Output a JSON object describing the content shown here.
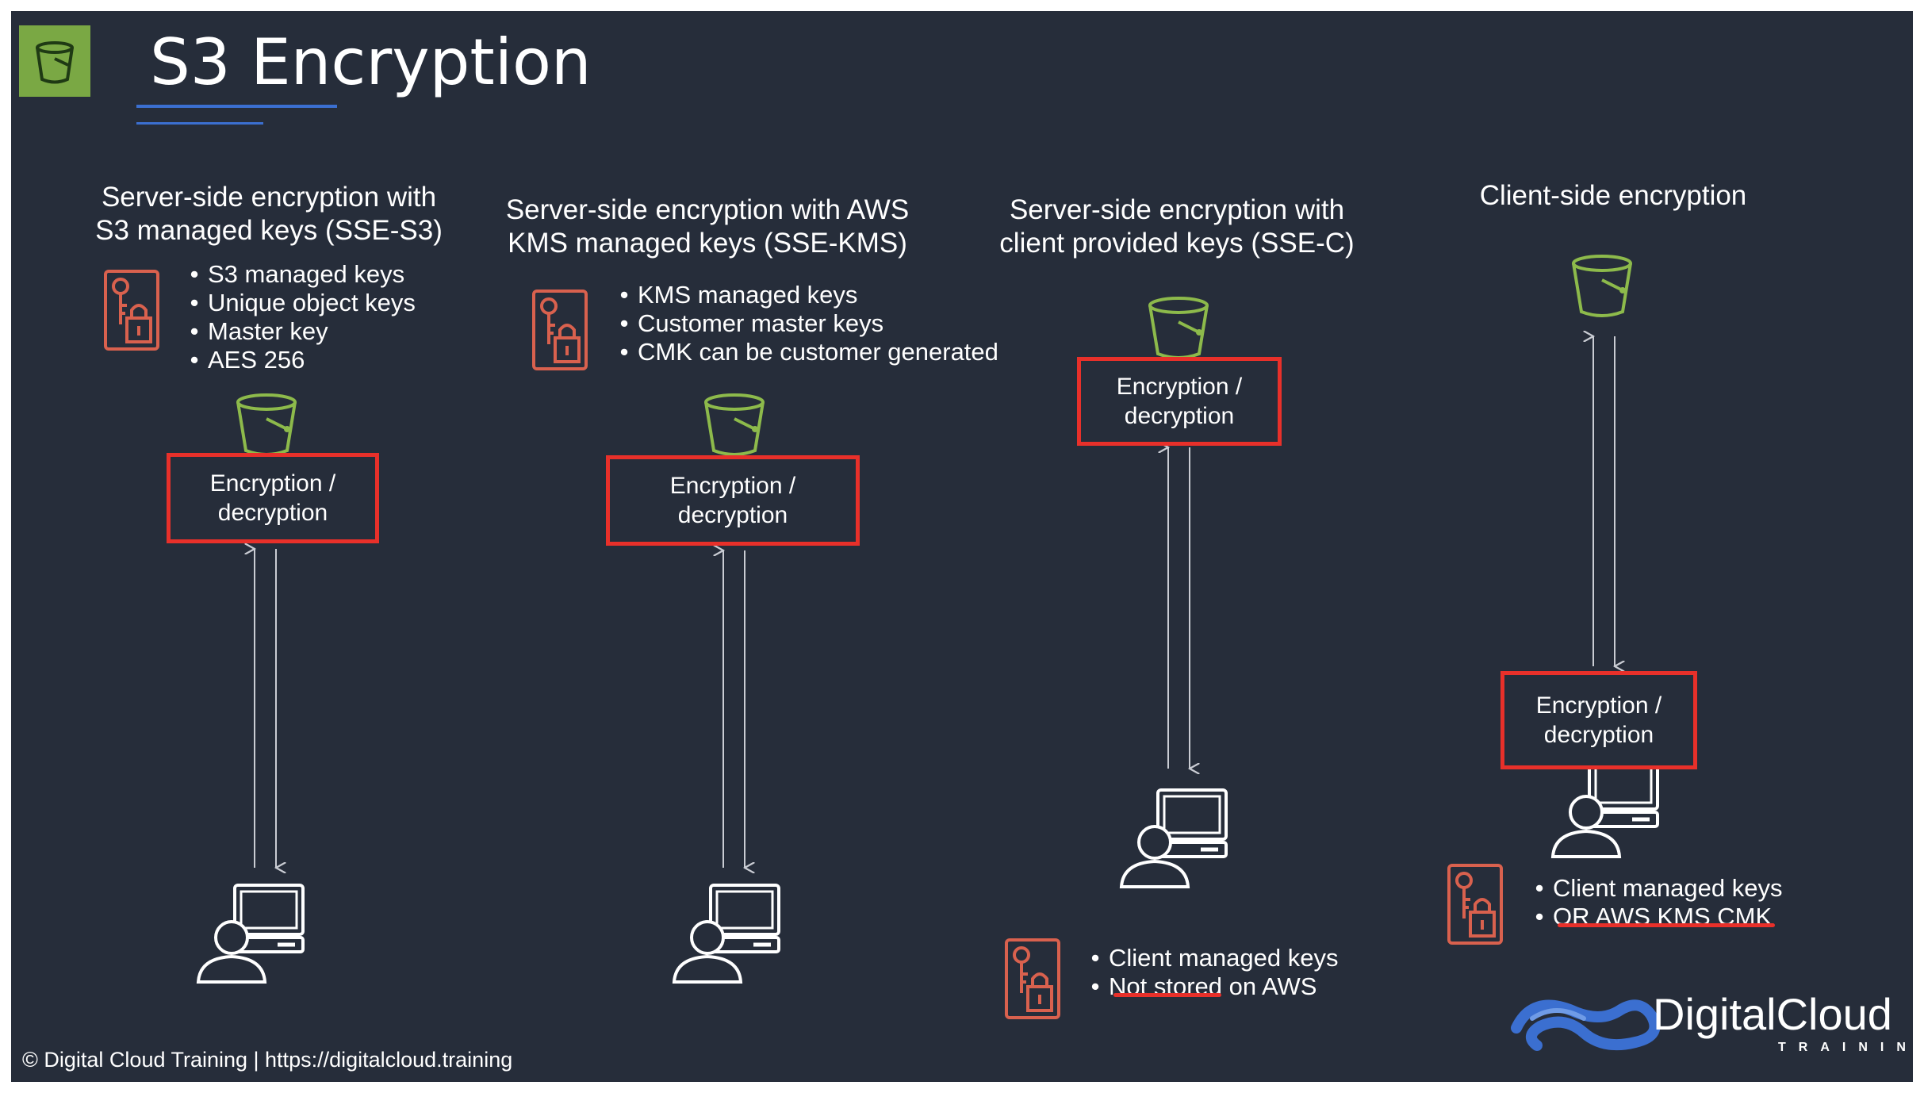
{
  "title": "S3 Encryption",
  "columns": [
    {
      "header_line1": "Server-side encryption with",
      "header_line2": "S3 managed keys (SSE-S3)",
      "bullets": [
        "S3 managed keys",
        "Unique object keys",
        "Master key",
        "AES 256"
      ],
      "box_line1": "Encryption /",
      "box_line2": "decryption"
    },
    {
      "header_line1": "Server-side encryption with AWS",
      "header_line2": "KMS managed keys (SSE-KMS)",
      "bullets": [
        "KMS managed keys",
        "Customer master keys",
        "CMK can be customer generated"
      ],
      "box_line1": "Encryption /",
      "box_line2": "decryption"
    },
    {
      "header_line1": "Server-side encryption with",
      "header_line2": "client provided keys (SSE-C)",
      "box_line1": "Encryption /",
      "box_line2": "decryption",
      "bullets": [
        "Client managed keys",
        "on AWS"
      ],
      "underlined_text": "Not stored"
    },
    {
      "header_line1": "Client-side encryption",
      "box_line1": "Encryption /",
      "box_line2": "decryption",
      "bullets": [
        "Client managed keys",
        "OR AWS KMS CMK"
      ]
    }
  ],
  "footer": "© Digital Cloud Training  | https://digitalcloud.training",
  "brand": {
    "name": "DigitalCloud",
    "sub": "TRAINING"
  },
  "icons": [
    "s3-bucket-icon",
    "key-lock-icon",
    "user-computer-icon"
  ],
  "colors": {
    "background": "#262d3a",
    "highlight": "#e8302a",
    "bucket": "#8dba4b",
    "key": "#d9614e",
    "accent_blue": "#3b6fd0"
  }
}
